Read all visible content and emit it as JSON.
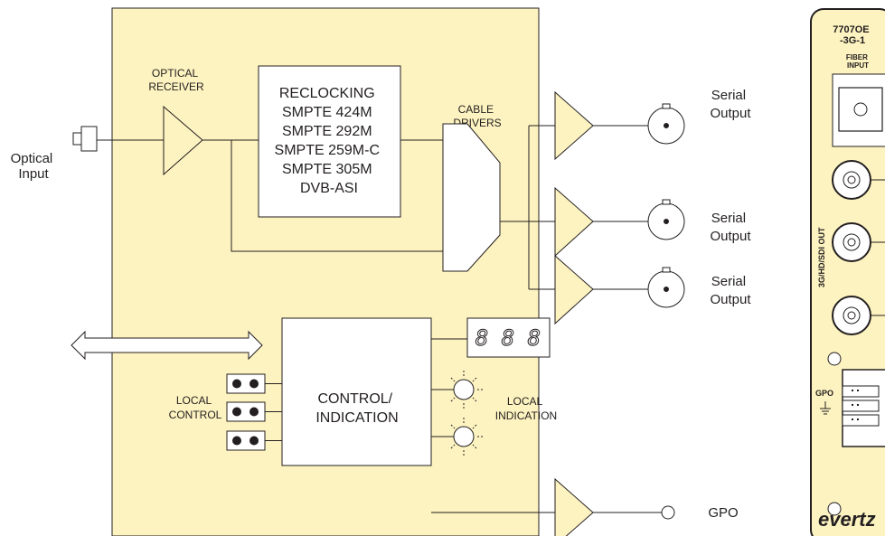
{
  "block": {
    "optical_input": [
      "Optical",
      "Input"
    ],
    "optical_receiver": [
      "OPTICAL",
      "RECEIVER"
    ],
    "reclocking": [
      "RECLOCKING",
      "SMPTE 424M",
      "SMPTE 292M",
      "SMPTE 259M-C",
      "SMPTE 305M",
      "DVB-ASI"
    ],
    "cable_drivers": [
      "CABLE",
      "DRIVERS"
    ],
    "serial_outputs": [
      [
        "Serial",
        "Output"
      ],
      [
        "Serial",
        "Output"
      ],
      [
        "Serial",
        "Output"
      ]
    ],
    "local_control": [
      "LOCAL",
      "CONTROL"
    ],
    "control_indication": [
      "CONTROL/",
      "INDICATION"
    ],
    "local_indication": [
      "LOCAL",
      "INDICATION"
    ],
    "gpo": "GPO",
    "display_digits": "8 8 8"
  },
  "panel": {
    "model": [
      "7707OE",
      "-3G-1"
    ],
    "fiber_input": [
      "FIBER",
      "INPUT"
    ],
    "sdi_out": "3G/HD/SDI OUT",
    "gpo": "GPO",
    "brand": "evertz"
  },
  "colors": {
    "block_fill": "#fdf3c0",
    "panel_fill": "#fdf3c0",
    "line": "#231f20"
  }
}
